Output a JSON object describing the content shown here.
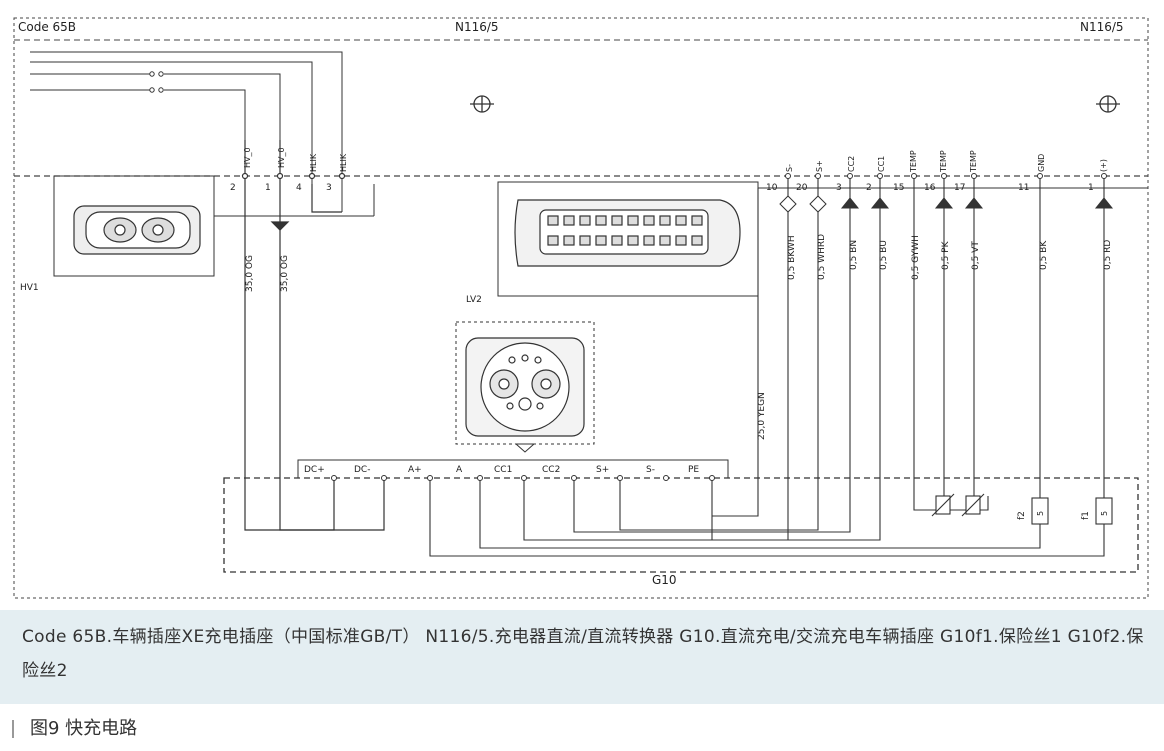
{
  "diagram": {
    "header_left": "Code 65B",
    "header_mid": "N116/5",
    "header_right": "N116/5",
    "hv_connector_label": "HV1",
    "lv_connector_label": "LV2",
    "socket_label": "G10",
    "hv_pins": [
      {
        "num": "2",
        "name": "HV_0",
        "wire": "35,0 OG"
      },
      {
        "num": "1",
        "name": "HV_0",
        "wire": "35,0 OG"
      },
      {
        "num": "4",
        "name": "HLIK"
      },
      {
        "num": "3",
        "name": "HLIK"
      }
    ],
    "lv_pins": [
      {
        "num": "10",
        "name": "S-",
        "wire": "0,5 BKWH"
      },
      {
        "num": "20",
        "name": "S+",
        "wire": "0,5 WHRD"
      },
      {
        "num": "3",
        "name": "CC2",
        "wire": "0,5 BN"
      },
      {
        "num": "2",
        "name": "CC1",
        "wire": "0,5 BU"
      },
      {
        "num": "15",
        "name": "TEMP",
        "wire": "0,5 GYWH"
      },
      {
        "num": "16",
        "name": "TEMP",
        "wire": "0,5 PK"
      },
      {
        "num": "17",
        "name": "TEMP",
        "wire": "0,5 VT"
      },
      {
        "num": "11",
        "name": "GND",
        "wire": "0,5 BK"
      },
      {
        "num": "1",
        "name": "(+)",
        "wire": "0,5 RD"
      }
    ],
    "ground_wire": "25,0 YEGN",
    "socket_terminals": [
      "DC+",
      "DC-",
      "A+",
      "A",
      "CC1",
      "CC2",
      "S+",
      "S-",
      "PE"
    ],
    "fuses": [
      {
        "name": "f2",
        "rating": "5"
      },
      {
        "name": "f1",
        "rating": "5"
      }
    ]
  },
  "caption": {
    "text": "Code  65B.车辆插座XE充电插座（中国标准GB/T）    N116/5.充电器直流/直流转换器   G10.直流充电/交流充电车辆插座   G10f1.保险丝1   G10f2.保险丝2"
  },
  "figure_title": "图9   快充电路"
}
